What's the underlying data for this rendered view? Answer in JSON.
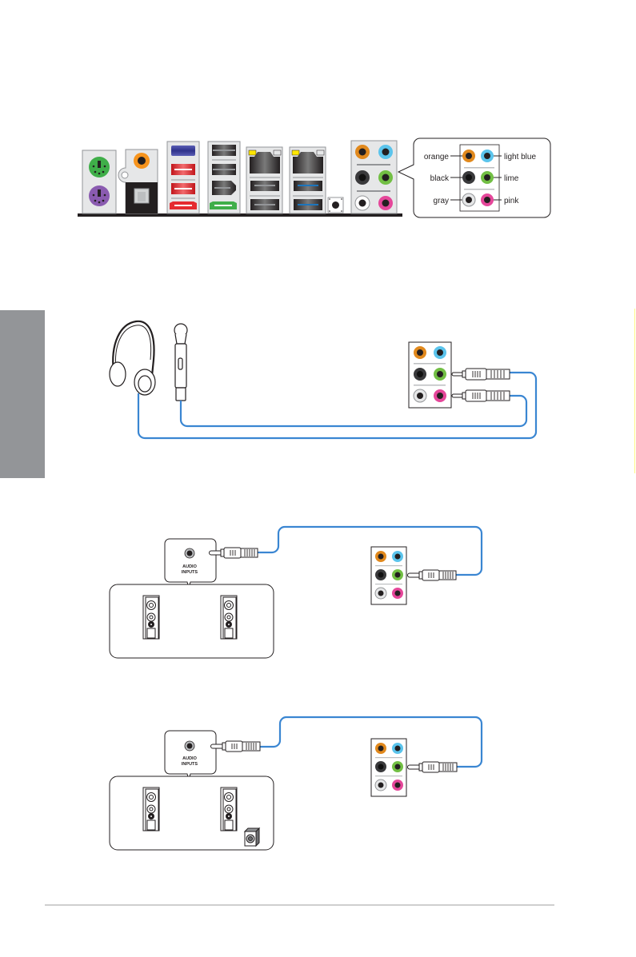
{
  "rear_panel": {
    "colors": {
      "ps2_keyboard": "#3fae49",
      "ps2_mouse": "#8a5bb0",
      "spdif_coax": "#f7941d",
      "usb2": "#3b3f95",
      "usb_red": "#e52a2f",
      "esata_red": "#e52a2f",
      "esata_green": "#3fae49",
      "usb3_blue": "#1c75bc",
      "led_yellow": "#ffe600",
      "panel_bg": "#e6e7e8",
      "baseline": "#231f20"
    }
  },
  "audio_legend": {
    "left_labels": [
      "orange",
      "black",
      "gray"
    ],
    "right_labels": [
      "light blue",
      "lime",
      "pink"
    ],
    "jack_colors": {
      "orange": "#e1891d",
      "light blue": "#5bc4ec",
      "black": "#3a3a3c",
      "lime": "#72bf44",
      "gray": "#d7d7d7",
      "pink": "#e5479a"
    }
  },
  "diagrams": {
    "headphone_mic": {
      "cable_color": "#3a86d2"
    },
    "speakers_2ch": {
      "label_line1": "AUDIO",
      "label_line2": "INPUTS",
      "cable_color": "#3a86d2"
    },
    "speakers_21ch": {
      "label_line1": "AUDIO",
      "label_line2": "INPUTS",
      "cable_color": "#3a86d2"
    }
  }
}
